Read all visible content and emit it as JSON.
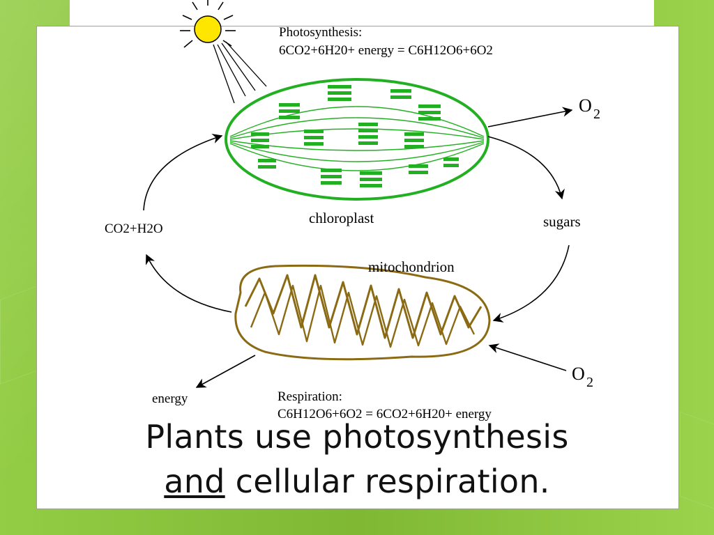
{
  "diagram": {
    "photosynthesis_title": "Photosynthesis:",
    "photosynthesis_equation": "6CO2+6H20+ energy = C6H12O6+6O2",
    "chloroplast_label": "chloroplast",
    "mitochondrion_label": "mitochondrion",
    "o2_top": "O",
    "o2_top_sub": "2",
    "o2_bottom": "O",
    "o2_bottom_sub": "2",
    "sugars_label": "sugars",
    "co2_h2o_label": "CO2+H2O",
    "energy_label": "energy",
    "respiration_title": "Respiration:",
    "respiration_equation": "C6H12O6+6O2 = 6CO2+6H20+ energy",
    "colors": {
      "chloroplast": "#22b022",
      "mitochondrion": "#8b6a14",
      "sun": "#ffe600"
    }
  },
  "caption": {
    "line1": "Plants use photosynthesis",
    "line2_underlined": "and",
    "line2_rest": " cellular respiration."
  }
}
